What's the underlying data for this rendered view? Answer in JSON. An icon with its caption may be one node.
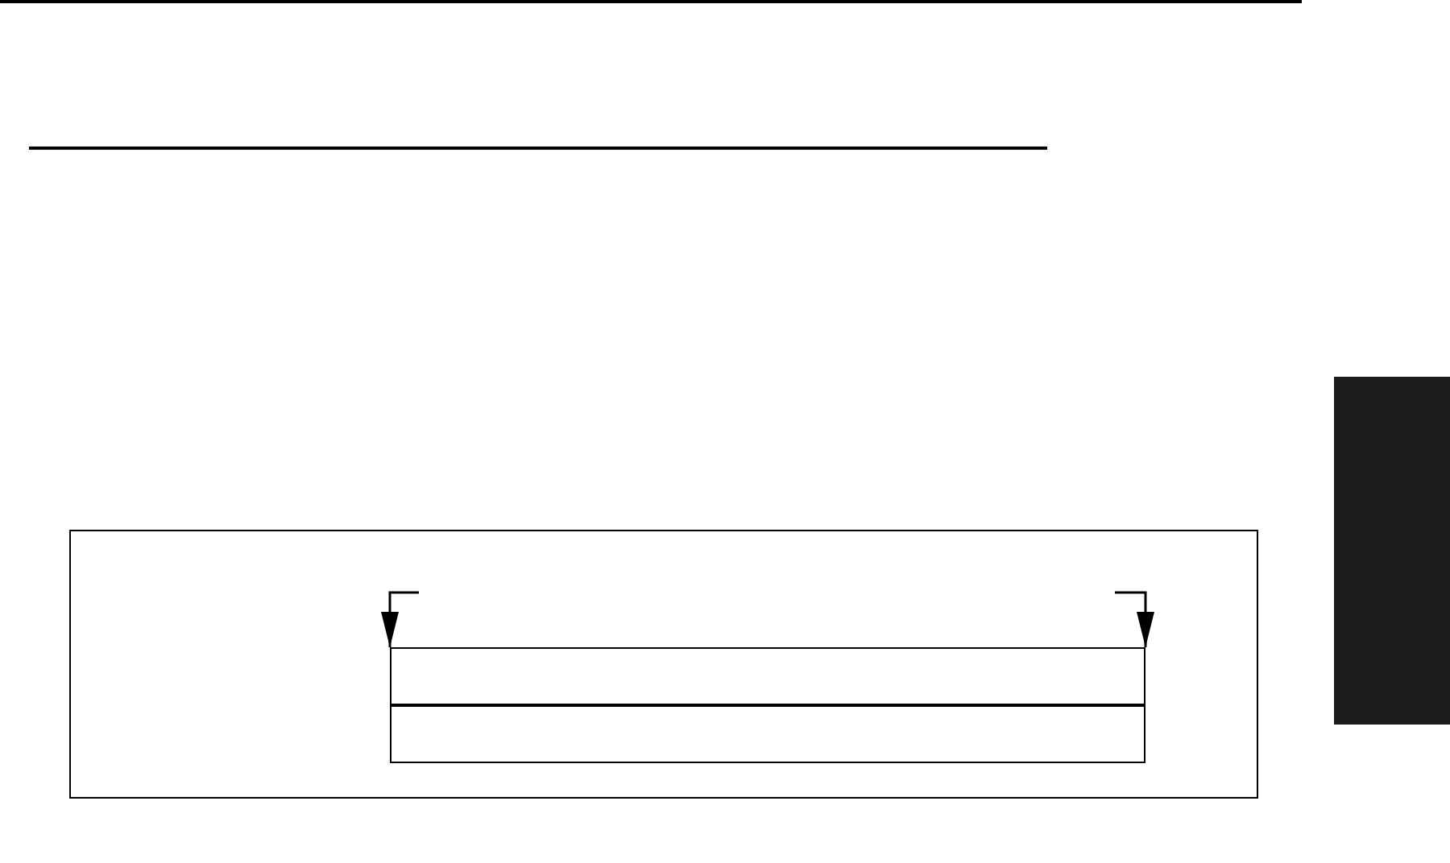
{
  "diagram": {
    "nodes": [
      {
        "text": [],
        "shape": "bar"
      },
      {
        "text": [],
        "shape": "box"
      },
      {
        "text": [],
        "shape": "box",
        "in": 1
      },
      {
        "text": [],
        "shape": "box",
        "in": 1
      }
    ],
    "edges": [
      {
        "from": null,
        "to": 2,
        "arrow": "to"
      },
      {
        "from": null,
        "to": 2,
        "arrow": "to"
      }
    ]
  }
}
